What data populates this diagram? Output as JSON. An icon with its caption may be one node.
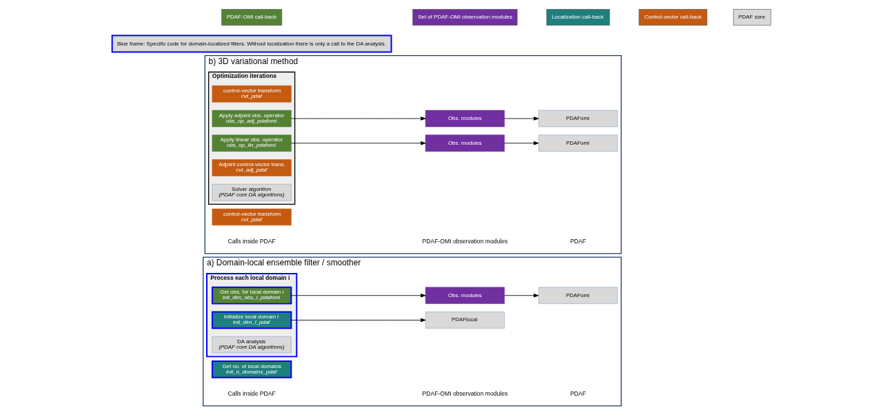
{
  "diagram": {
    "nodes": [
      {
        "text": [
          "a) Domain-local ensemble filter / smoother"
        ]
      },
      {
        "text": [
          "Get no. of local domains",
          "init_n_domains_pdaf"
        ],
        "in": 0
      },
      {
        "text": [
          "Process each local domain i"
        ],
        "in": 0
      },
      {
        "text": [
          "Initialize local domain i",
          "init_dim_l_pdaf"
        ],
        "in": 2
      },
      {
        "text": [
          "Get obs. for local domain i",
          "init_dim_obs_l_pdafomi"
        ],
        "in": 2
      },
      {
        "text": [
          "DA analysis",
          "(PDAF core DA algorithms)"
        ],
        "in": 2
      },
      {
        "text": [
          "Obs. modules"
        ],
        "in": 0
      },
      {
        "text": [
          "PDAFlocal"
        ],
        "in": 0
      },
      {
        "text": [
          "PDAFomi"
        ],
        "in": 0
      },
      {
        "text": [
          "b) 3D variational method"
        ]
      },
      {
        "text": [
          "Optimization iterations"
        ],
        "in": 9
      },
      {
        "text": [
          "control-vector transform",
          "cvt_pdaf"
        ],
        "in": 10
      },
      {
        "text": [
          "Apply linear obs. operator",
          "obs_op_lin_pdafomi"
        ],
        "in": 10
      },
      {
        "text": [
          "Apply adjoint obs. operator",
          "obs_op_adj_pdafomi"
        ],
        "in": 10
      },
      {
        "text": [
          "Adjoint control-vector trans.",
          "cvt_adj_pdaf"
        ],
        "in": 10
      },
      {
        "text": [
          "Solver algorithm",
          "(PDAF core DA algorithms)"
        ],
        "in": 10
      },
      {
        "text": [
          "control-vector transform",
          "cvt_pdaf"
        ],
        "in": 9
      },
      {
        "text": [
          "Obs. modules"
        ],
        "in": 9
      },
      {
        "text": [
          "Obs. modules"
        ],
        "in": 9
      },
      {
        "text": [
          "PDAFomi"
        ],
        "in": 9
      },
      {
        "text": [
          "PDAFomi"
        ],
        "in": 9
      },
      {
        "text": [
          "Blue frame: Specific code for domain-localized filters. Without localization there is only a call to the DA analysis."
        ]
      }
    ],
    "edges": [
      {
        "from": 3,
        "to": 7,
        "arrow": "to"
      },
      {
        "from": 4,
        "to": 6,
        "arrow": "to"
      },
      {
        "from": 6,
        "to": 8,
        "arrow": "to"
      },
      {
        "from": 12,
        "to": 17,
        "arrow": "to"
      },
      {
        "from": 17,
        "to": 19,
        "arrow": "to"
      },
      {
        "from": 13,
        "to": 18,
        "arrow": "to"
      },
      {
        "from": 18,
        "to": 20,
        "arrow": "to"
      }
    ],
    "labels": [
      "Calls inside PDAF",
      "PDAF-OMI observation modules",
      "PDAF",
      "Calls inside PDAF",
      "PDAF-OMI observation modules",
      "PDAF"
    ],
    "legend": [
      {
        "text": "PDAF-OMI call-back",
        "color": "#548235"
      },
      {
        "text": "Set of PDAF-OMI observation modules",
        "color": "#7030a0"
      },
      {
        "text": "Localization call-back",
        "color": "#1f7f7f"
      },
      {
        "text": "Control-vector call-back",
        "color": "#c55a11"
      },
      {
        "text": "PDAF core",
        "color": "#d9d9d9"
      }
    ]
  }
}
